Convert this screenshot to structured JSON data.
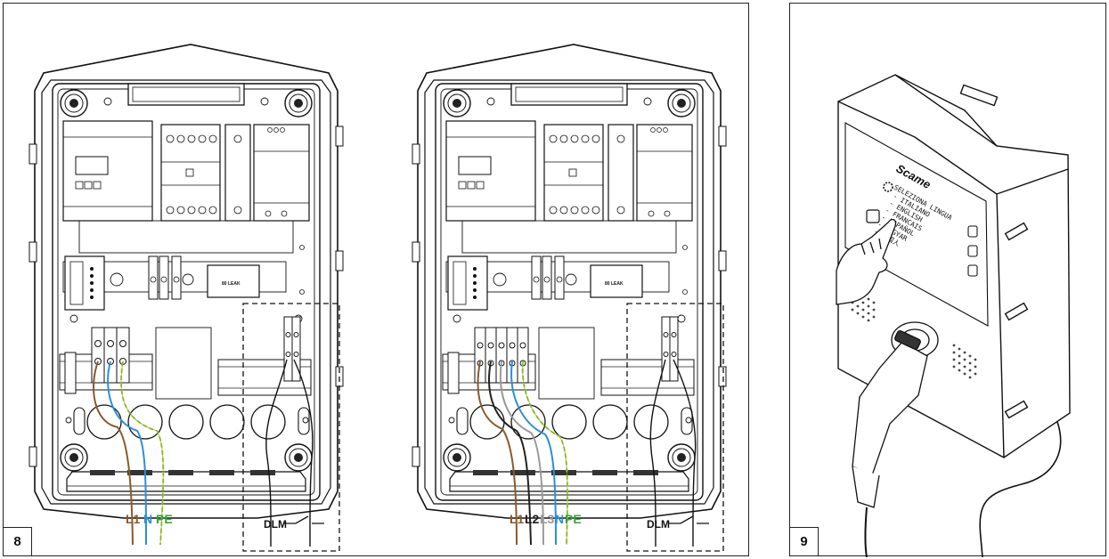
{
  "figures": [
    {
      "number": "8",
      "single_phase": {
        "module_label": "80 LEAK",
        "wires": [
          {
            "label": "L1",
            "color": "#8a5a2b"
          },
          {
            "label": "N",
            "color": "#2b8fd6"
          },
          {
            "label": "PE",
            "color": "#3aa13a"
          }
        ],
        "dlm_label": "DLM"
      },
      "three_phase": {
        "module_label": "80 LEAK",
        "wires": [
          {
            "label": "L1",
            "color": "#8a5a2b"
          },
          {
            "label": "L2",
            "color": "#222222"
          },
          {
            "label": "L3",
            "color": "#9a9a9a"
          },
          {
            "label": "N",
            "color": "#2b8fd6"
          },
          {
            "label": "PE",
            "color": "#3aa13a"
          }
        ],
        "dlm_label": "DLM"
      }
    },
    {
      "number": "9",
      "brand": "Scame",
      "screen_lines": [
        "SELEZIONA LINGUA",
        "- ITALIANO",
        "- ENGLISH",
        "- FRANCAIS",
        "- ESPAÑOL",
        "- MAGYAR",
        "- 中国人"
      ]
    }
  ]
}
